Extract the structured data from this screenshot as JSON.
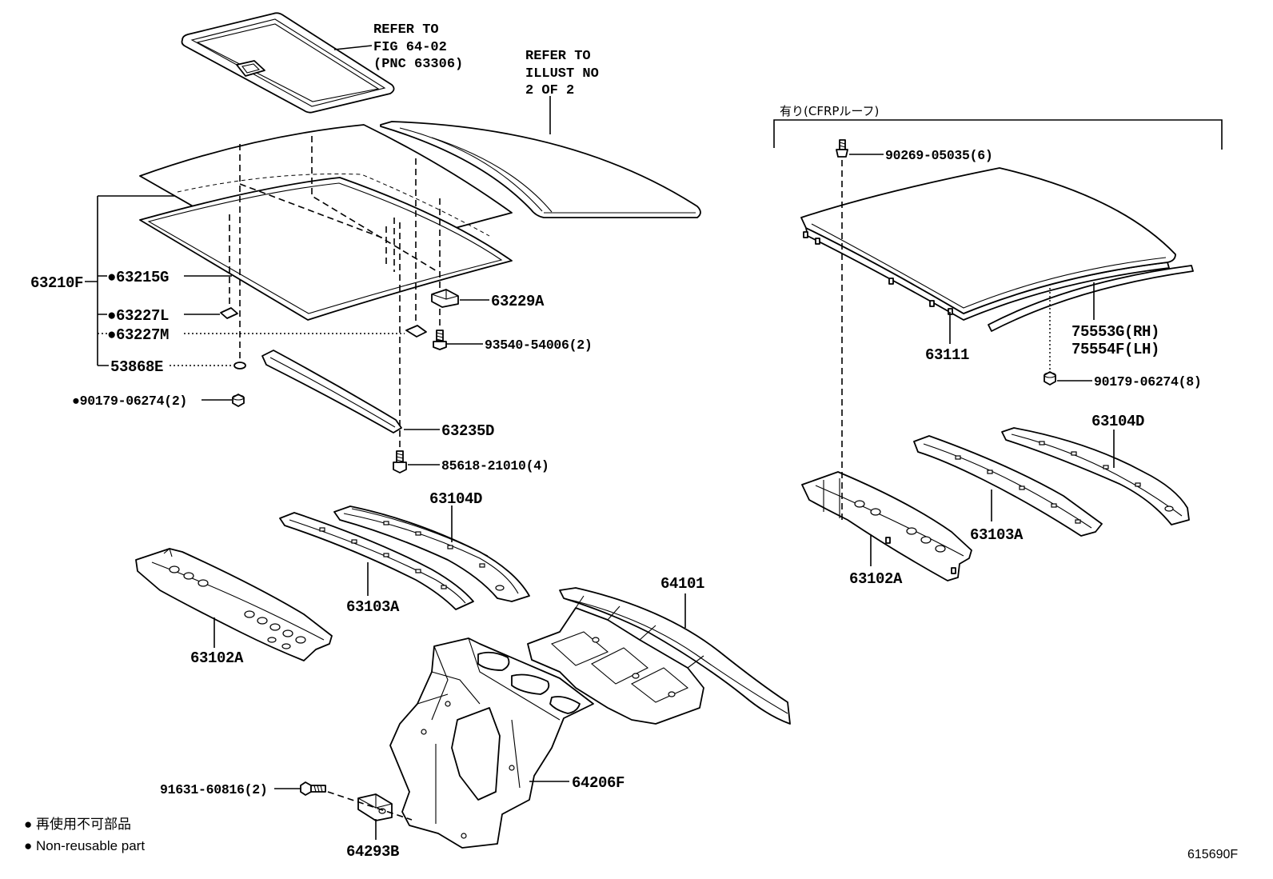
{
  "figure_id": "615690F",
  "references": {
    "sunroof": [
      "REFER TO",
      "FIG 64-02",
      "(PNC 63306)"
    ],
    "roof_panel": [
      "REFER TO",
      "ILLUST NO",
      "2 OF 2"
    ]
  },
  "variant_heading": "有り(CFRPルーフ)",
  "callouts": {
    "c63210F": "63210F",
    "c63215G": "●63215G",
    "c63227L": "●63227L",
    "c63227M": "●63227M",
    "c53868E": "53868E",
    "c90179_2": "●90179-06274(2)",
    "c63229A": "63229A",
    "c93540": "93540-54006(2)",
    "c63235D": "63235D",
    "c85618": "85618-21010(4)",
    "c63104D": "63104D",
    "c63103A": "63103A",
    "c63102A": "63102A",
    "c64101": "64101",
    "c64206F": "64206F",
    "c91631": "91631-60816(2)",
    "c64293B": "64293B"
  },
  "cfrp_callouts": {
    "c90269": "90269-05035(6)",
    "c63111": "63111",
    "c75553G": "75553G(RH)",
    "c75554F": "75554F(LH)",
    "c90179_8": "90179-06274(8)",
    "c63104D": "63104D",
    "c63103A": "63103A",
    "c63102A": "63102A"
  },
  "legend": {
    "jp": "● 再使用不可部品",
    "en": "● Non-reusable part"
  }
}
